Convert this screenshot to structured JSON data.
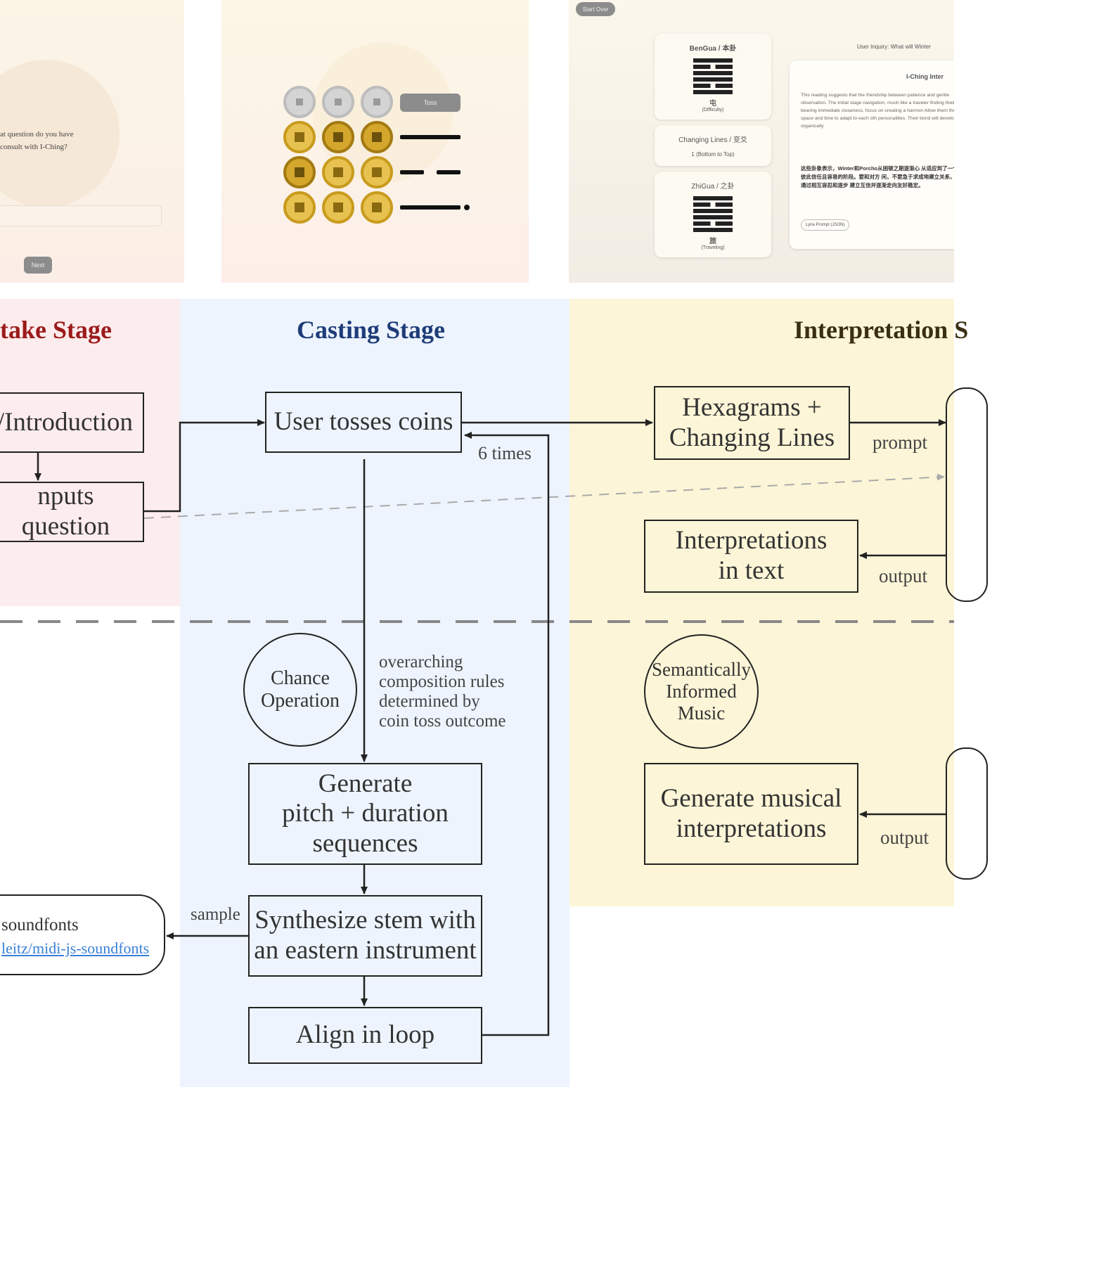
{
  "screens": {
    "intake": {
      "question": "at question do you have\nconsult with I-Ching?",
      "next_label": "Next"
    },
    "casting": {
      "toss_label": "Toss",
      "rows": [
        {
          "coins": [
            "grey",
            "grey",
            "grey"
          ],
          "line": "none"
        },
        {
          "coins": [
            "gold",
            "dark",
            "dark"
          ],
          "line": "solid"
        },
        {
          "coins": [
            "dark",
            "gold",
            "gold"
          ],
          "line": "broken"
        },
        {
          "coins": [
            "gold",
            "gold",
            "gold"
          ],
          "line": "changing"
        }
      ]
    },
    "interpretation": {
      "start_over_label": "Start Over",
      "bengua_title": "BenGua / 本卦",
      "bengua_char": "屯",
      "bengua_sub": "(Difficulty)",
      "changing_title": "Changing Lines / 变爻",
      "changing_sub": "1 (Bottom to Top)",
      "zhigua_title": "ZhiGua / 之卦",
      "zhigua_char": "旅",
      "zhigua_sub": "(Traveling)",
      "user_inquiry": "User Inquiry: What will Winter",
      "panel_title": "I-Ching Inter",
      "panel_en": "This reading suggests that the friendship between patience and gentle observation. The initial stage navigation, much like a traveler finding their bearing immediate closeness, focus on creating a harmon Allow them the space and time to adapt to each oth personalities. Their bond will develop organically",
      "panel_zh": "这些卦象表示，Winter和Porcho从困顿之期逐渐心 从适应到了一个彼此信任且容易的阶段。要和对方 间，不要急于求成地建立关系，通过相互容忍和逐步 建立互信并逐渐走向友好稳定。",
      "lyria_label": "Lyria Prompt (JSON)"
    }
  },
  "stages": {
    "intake": "take Stage",
    "casting": "Casting Stage",
    "interpretation": "Interpretation S"
  },
  "colors": {
    "intake_bg": "#fdeced",
    "casting_bg": "#edf4fd",
    "interp_bg": "#fcf5d7",
    "intake_title": "#9b1b1b",
    "casting_title": "#1e3c78",
    "interp_title": "#3a2f12"
  },
  "nodes": {
    "brief": "ef/Introduction",
    "inputs_question": "nputs question",
    "tosses": "User tosses coins",
    "hexagrams": "Hexagrams +\nChanging Lines",
    "interp_text": "Interpretations\nin text",
    "generate_seq": "Generate\npitch + duration\nsequences",
    "synthesize": "Synthesize stem with\nan eastern instrument",
    "align": "Align in loop",
    "gen_music": "Generate musical\ninterpretations",
    "chance": "Chance\nOperation",
    "semantic": "Semantically\nInformed\nMusic",
    "soundfonts_title": "soundfonts",
    "soundfonts_link": "leitz/midi-js-soundfonts"
  },
  "labels": {
    "six_times": "6 times",
    "prompt": "prompt",
    "output_text": "output",
    "output_music": "output",
    "sample": "sample",
    "rules": "overarching\ncomposition rules\ndetermined by\ncoin toss outcome"
  },
  "icons": [
    "arrow-head-icon",
    "coin-icon",
    "hexagram-icon"
  ]
}
